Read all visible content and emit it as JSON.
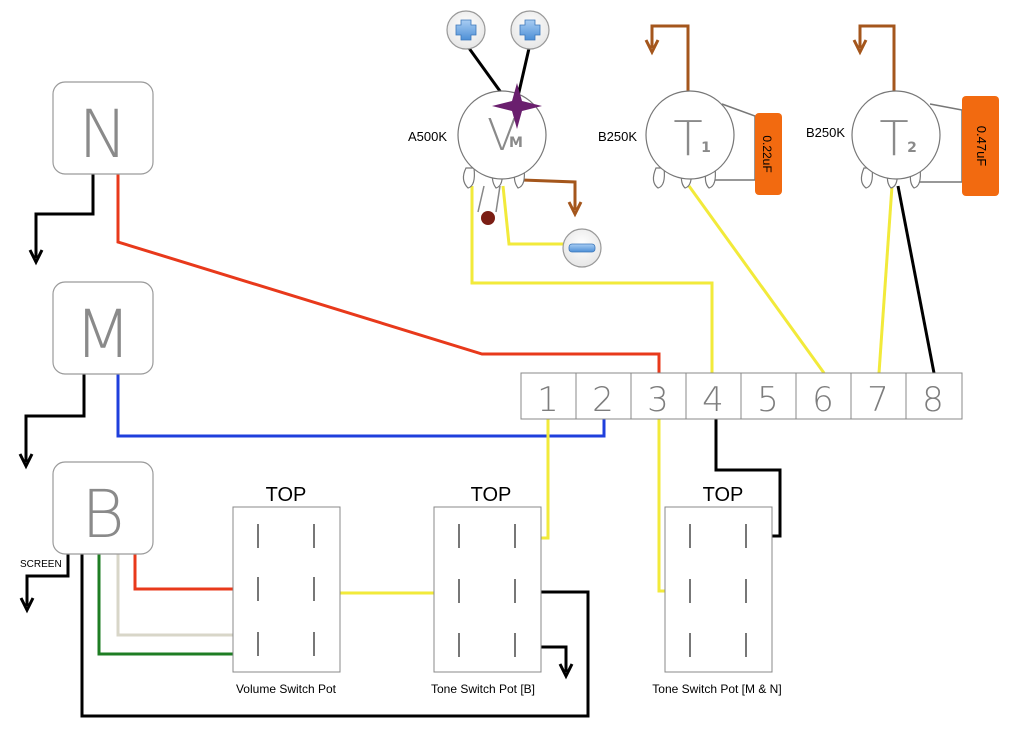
{
  "pickups": {
    "n": "N",
    "m": "M",
    "b": "B",
    "screen_label": "SCREEN"
  },
  "pots": {
    "volume": {
      "rating": "A500K",
      "main": "V",
      "sub": "M"
    },
    "tone1": {
      "rating": "B250K",
      "main": "T",
      "sub": "1"
    },
    "tone2": {
      "rating": "B250K",
      "main": "T",
      "sub": "2"
    }
  },
  "capacitors": {
    "cap1": "0.22uF",
    "cap2": "0.47uF"
  },
  "terminal_strip": [
    "1",
    "2",
    "3",
    "4",
    "5",
    "6",
    "7",
    "8"
  ],
  "switches": {
    "volume": {
      "top": "TOP",
      "caption": "Volume Switch Pot"
    },
    "tone_b": {
      "top": "TOP",
      "caption": "Tone Switch Pot [B]"
    },
    "tone_mn": {
      "top": "TOP",
      "caption": "Tone Switch Pot [M & N]"
    }
  },
  "battery": {
    "plus": "+",
    "minus": "−"
  },
  "colors": {
    "red": "#e8391b",
    "blue": "#1f3fdc",
    "yellow": "#f2ea3a",
    "black": "#000000",
    "green": "#1e7d23",
    "cream": "#d8d6c8",
    "brown": "#a4561c",
    "capacitor": "#f26a10"
  }
}
